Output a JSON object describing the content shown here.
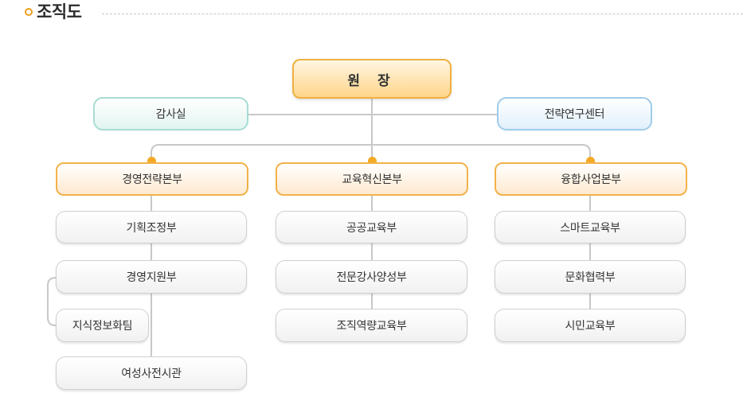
{
  "header": {
    "title": "조직도"
  },
  "org": {
    "director": "원 장",
    "audit": "감사실",
    "strategy_center": "전략연구센터",
    "divisions": [
      {
        "name": "경영전략본부",
        "departments": [
          "기획조정부",
          "경영지원부",
          "지식정보화팀",
          "여성사전시관"
        ]
      },
      {
        "name": "교육혁신본부",
        "departments": [
          "공공교육부",
          "전문강사양성부",
          "조직역량교육부"
        ]
      },
      {
        "name": "융합사업본부",
        "departments": [
          "스마트교육부",
          "문화협력부",
          "시민교육부"
        ]
      }
    ]
  },
  "colors": {
    "accent": "#f4a926",
    "line": "#c8c8c8"
  }
}
